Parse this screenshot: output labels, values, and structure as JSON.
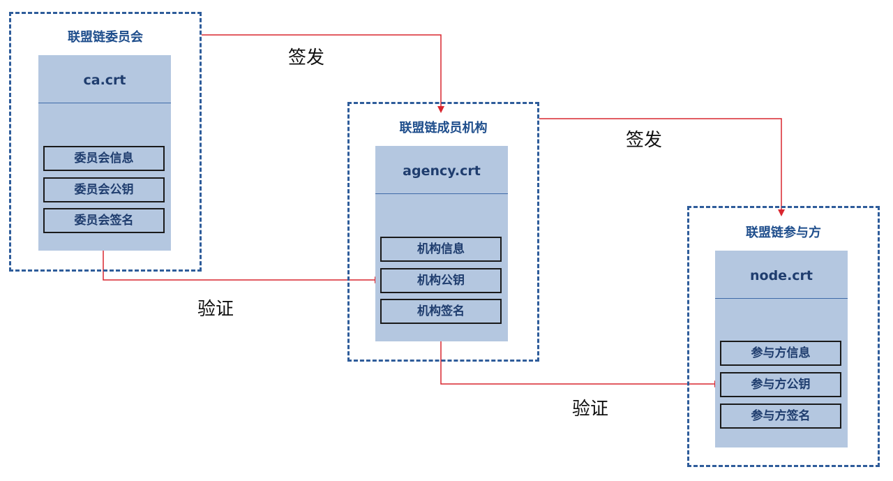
{
  "committee": {
    "title": "联盟链委员会",
    "cert": "ca.crt",
    "fields": [
      "委员会信息",
      "委员会公钥",
      "委员会签名"
    ]
  },
  "agency": {
    "title": "联盟链成员机构",
    "cert": "agency.crt",
    "fields": [
      "机构信息",
      "机构公钥",
      "机构签名"
    ]
  },
  "node": {
    "title": "联盟链参与方",
    "cert": "node.crt",
    "fields": [
      "参与方信息",
      "参与方公钥",
      "参与方签名"
    ]
  },
  "edges": {
    "issue_1": "签发",
    "issue_2": "签发",
    "verify_1": "验证",
    "verify_2": "验证"
  },
  "colors": {
    "group_border": "#2E5C9A",
    "cert_fill": "#B4C7E0",
    "arrow": "#D9262F",
    "title_text": "#1F4E8C"
  }
}
